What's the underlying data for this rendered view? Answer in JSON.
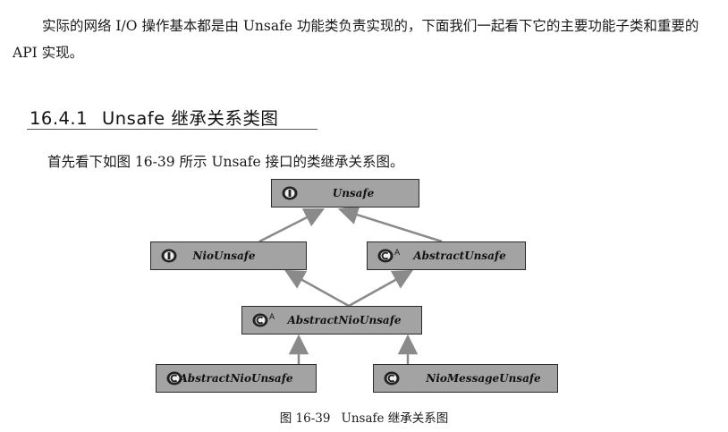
{
  "intro_paragraph": "实际的网络 I/O 操作基本都是由 Unsafe 功能类负责实现的，下面我们一起看下它的主要功能子类和重要的 API 实现。",
  "section": {
    "number": "16.4.1",
    "title": "Unsafe 继承关系类图"
  },
  "figure_intro": "首先看下如图 16-39 所示 Unsafe 接口的类继承关系图。",
  "diagram": {
    "nodes": [
      {
        "id": "unsafe",
        "label": "Unsafe",
        "kind": "interface"
      },
      {
        "id": "niounsafe",
        "label": "NioUnsafe",
        "kind": "interface"
      },
      {
        "id": "abstractunsafe",
        "label": "AbstractUnsafe",
        "kind": "abstract-class"
      },
      {
        "id": "abstractniounsafe",
        "label": "AbstractNioUnsafe",
        "kind": "abstract-class"
      },
      {
        "id": "child1",
        "label": "AbstractNioUnsafe",
        "kind": "class"
      },
      {
        "id": "child2",
        "label": "NioMessageUnsafe",
        "kind": "class"
      }
    ],
    "edges": [
      {
        "from": "niounsafe",
        "to": "unsafe"
      },
      {
        "from": "abstractunsafe",
        "to": "unsafe"
      },
      {
        "from": "abstractniounsafe",
        "to": "niounsafe"
      },
      {
        "from": "abstractniounsafe",
        "to": "abstractunsafe"
      },
      {
        "from": "child1",
        "to": "abstractniounsafe"
      },
      {
        "from": "child2",
        "to": "abstractniounsafe"
      }
    ],
    "colors": {
      "box_fill": "#a3a3a3",
      "edge": "#8a8a8a",
      "border": "#2a2a2a"
    },
    "abstract_marker": "A"
  },
  "caption": {
    "label": "图 16-39",
    "text": "Unsafe 继承关系图"
  }
}
